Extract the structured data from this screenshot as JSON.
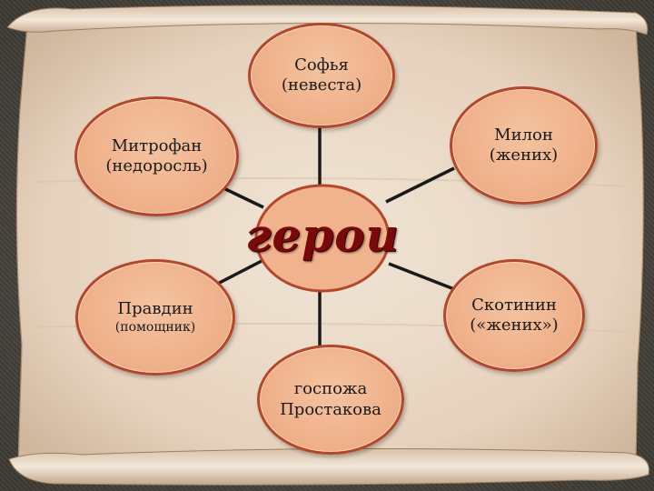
{
  "diagram": {
    "center": "герои",
    "nodes": {
      "sofya": {
        "line1": "Софья",
        "line2": "(невеста)"
      },
      "milon": {
        "line1": "Милон",
        "line2": "(жених)"
      },
      "mitrofan": {
        "line1": "Митрофан",
        "line2": "(недоросль)"
      },
      "pravdin": {
        "line1": "Правдин",
        "line2": "(помощник)"
      },
      "skotinin": {
        "line1": "Скотинин",
        "line2": "(«жених»)"
      },
      "prostakova": {
        "line1": "госпожа",
        "line2": "Простакова"
      }
    }
  },
  "colors": {
    "node_fill": "#f0b38d",
    "node_border": "#b5462a",
    "center_text": "#7a0a0a",
    "connector": "#1a1a1a",
    "parchment": "#ead9c3"
  }
}
